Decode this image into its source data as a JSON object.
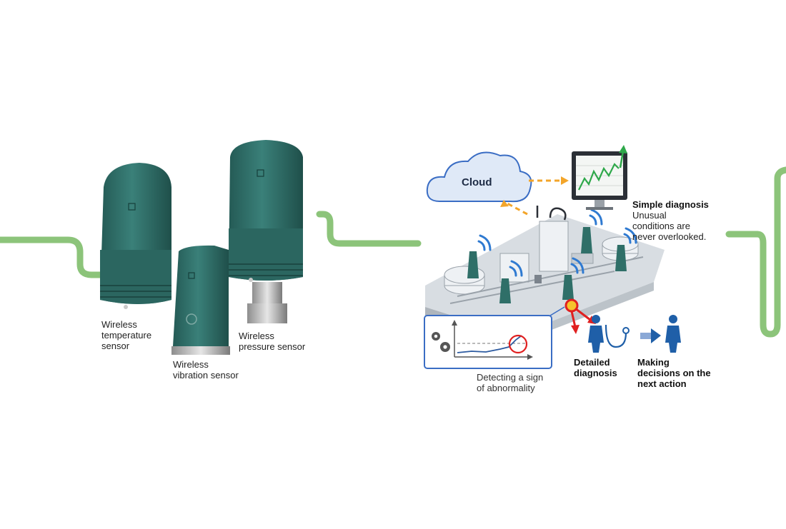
{
  "sensors": {
    "temperature": {
      "line1": "Wireless",
      "line2": "temperature",
      "line3": "sensor"
    },
    "vibration": {
      "line1": "Wireless",
      "line2": "vibration sensor"
    },
    "pressure": {
      "line1": "Wireless",
      "line2": "pressure sensor"
    }
  },
  "diagram": {
    "cloud": "Cloud",
    "simple_diagnosis": {
      "title": "Simple diagnosis",
      "line1": "Unusual",
      "line2": "conditions are",
      "line3": "never overlooked."
    },
    "detecting": {
      "line1": "Detecting a sign",
      "line2": "of abnormality"
    },
    "detailed": {
      "line1": "Detailed",
      "line2": "diagnosis"
    },
    "decisions": {
      "line1": "Making",
      "line2": "decisions on the",
      "line3": "next action"
    }
  },
  "colors": {
    "sensor_body": "#2f6f68",
    "connector_green": "#8cc47a",
    "cloud_fill": "#dfe9f7",
    "cloud_stroke": "#3a6dc4",
    "arrow_orange": "#f3a52a",
    "person_blue": "#1f5fa8",
    "alert_red": "#e02020"
  }
}
